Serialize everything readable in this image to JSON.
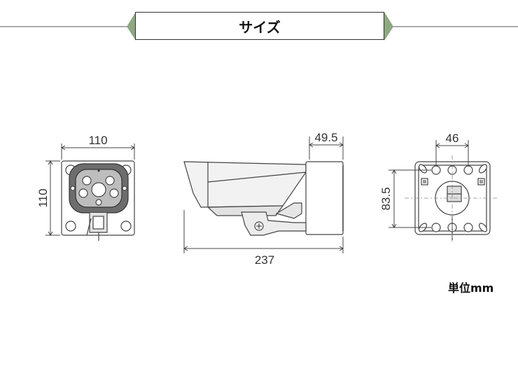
{
  "header": {
    "title": "サイズ"
  },
  "dimensions": {
    "front_width": "110",
    "front_height": "110",
    "bracket_depth": "49.5",
    "total_length": "237",
    "hole_spacing": "46",
    "hole_vertical": "83.5"
  },
  "unit_label": "単位mm",
  "colors": {
    "accent": "#8ea981",
    "line": "#333333"
  }
}
